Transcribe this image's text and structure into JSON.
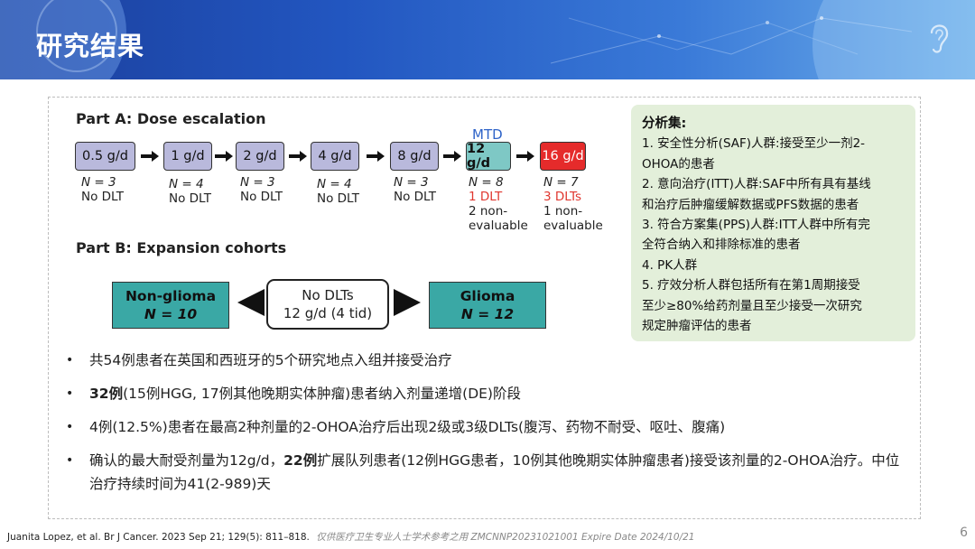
{
  "header": {
    "title": "研究结果"
  },
  "figure": {
    "part_a_label": "Part A: Dose escalation",
    "part_b_label": "Part B: Expansion cohorts",
    "mtd_label": "MTD",
    "doses": [
      {
        "dose": "0.5 g/d",
        "n": "N = 3",
        "l1": "No DLT",
        "l2": "",
        "l3": ""
      },
      {
        "dose": "1 g/d",
        "n": "N = 4",
        "l1": "No DLT",
        "l2": "",
        "l3": ""
      },
      {
        "dose": "2 g/d",
        "n": "N = 3",
        "l1": "No DLT",
        "l2": "",
        "l3": ""
      },
      {
        "dose": "4 g/d",
        "n": "N = 4",
        "l1": "No DLT",
        "l2": "",
        "l3": ""
      },
      {
        "dose": "8 g/d",
        "n": "N = 3",
        "l1": "No DLT",
        "l2": "",
        "l3": ""
      },
      {
        "dose": "12 g/d",
        "n": "N = 8",
        "l1": "1 DLT",
        "l2": "2 non-",
        "l3": "evaluable"
      },
      {
        "dose": "16 g/d",
        "n": "N = 7",
        "l1": "3 DLTs",
        "l2": "1 non-",
        "l3": "evaluable"
      }
    ],
    "cohorts": {
      "left": {
        "name": "Non-glioma",
        "n": "N = 10"
      },
      "center": {
        "line1": "No DLTs",
        "line2": "12 g/d (4 tid)"
      },
      "right": {
        "name": "Glioma",
        "n": "N = 12"
      }
    },
    "colors": {
      "lavender": "#b9b9dc",
      "teal": "#7ec8c5",
      "red": "#e52b2b",
      "cohort": "#3aa8a5"
    }
  },
  "analysis": {
    "heading": "分析集:",
    "lines": [
      "1. 安全性分析(SAF)人群:接受至少一剂2-",
      "OHOA的患者",
      "2. 意向治疗(ITT)人群:SAF中所有具有基线",
      "和治疗后肿瘤缓解数据或PFS数据的患者",
      "3. 符合方案集(PPS)人群:ITT人群中所有完",
      "全符合纳入和排除标准的患者",
      "4. PK人群",
      "5. 疗效分析人群包括所有在第1周期接受",
      "至少≥80%给药剂量且至少接受一次研究",
      "规定肿瘤评估的患者"
    ]
  },
  "bullets": {
    "b1": "共54例患者在英国和西班牙的5个研究地点入组并接受治疗",
    "b2_bold": "32例",
    "b2_rest": "(15例HGG, 17例其他晚期实体肿瘤)患者纳入剂量递增(DE)阶段",
    "b3": "4例(12.5%)患者在最高2种剂量的2-OHOA治疗后出现2级或3级DLTs(腹泻、药物不耐受、呕吐、腹痛)",
    "b4_pre": "确认的最大耐受剂量为12g/d，",
    "b4_bold": "22例",
    "b4_rest": "扩展队列患者(12例HGG患者，10例其他晚期实体肿瘤患者)接受该剂量的2-OHOA治疗。中位治疗持续时间为41(2-989)天"
  },
  "footer": {
    "citation": "Juanita Lopez, et al. Br J Cancer. 2023 Sep 21; 129(5): 811–818.",
    "disclaimer": "仅供医疗卫生专业人士学术参考之用 ZMCNNP20231021001 Expire Date 2024/10/21",
    "page": "6"
  }
}
